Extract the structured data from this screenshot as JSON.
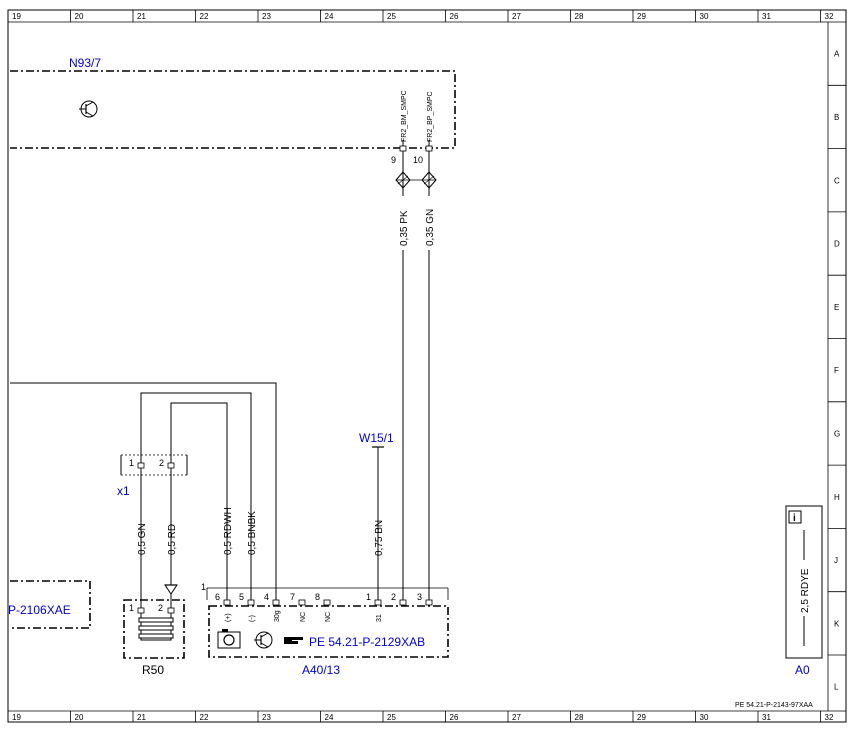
{
  "grid": {
    "columns": [
      "19",
      "20",
      "21",
      "22",
      "23",
      "24",
      "25",
      "26",
      "27",
      "28",
      "29",
      "30",
      "31",
      "32"
    ],
    "rows": [
      "A",
      "B",
      "C",
      "D",
      "E",
      "F",
      "G",
      "H",
      "J",
      "K",
      "L"
    ]
  },
  "components": {
    "n93_label": "N93/7",
    "n93_pin9": "9",
    "n93_pin10": "10",
    "n93_sig9": "FR2_BM_SMPC",
    "n93_sig10": "FR2_BP_SMPC",
    "x1_label": "x1",
    "x1_pin1": "1",
    "x1_pin2": "2",
    "r50_label": "R50",
    "r50_pin1": "1",
    "r50_pin2": "2",
    "w15_label": "W15/1",
    "a40_label": "A40/13",
    "a40_corner": "1",
    "a40_ref": "PE 54.21-P-2129XAB",
    "a40_pins": [
      {
        "num": "6",
        "sig": "(+)"
      },
      {
        "num": "5",
        "sig": "(-)"
      },
      {
        "num": "4",
        "sig": "30g"
      },
      {
        "num": "7",
        "sig": "NC"
      },
      {
        "num": "8",
        "sig": "NC"
      },
      {
        "num": "1",
        "sig": "31"
      },
      {
        "num": "2",
        "sig": ""
      },
      {
        "num": "3",
        "sig": ""
      }
    ],
    "left_ref": "P-2106XAE",
    "a0_label": "A0",
    "a0_wire": "2,5 RDYE",
    "info_icon": "i"
  },
  "wires": {
    "pk": "0,35 PK",
    "gn035": "0,35 GN",
    "gn05": "0,5 GN",
    "rd05": "0,5 RD",
    "rdwh": "0,5 RDWH",
    "bnbk": "0,5 BNBK",
    "bn075": "0,75 BN"
  },
  "footer": {
    "doc_ref": "PE 54.21-P-2143-97XAA"
  }
}
